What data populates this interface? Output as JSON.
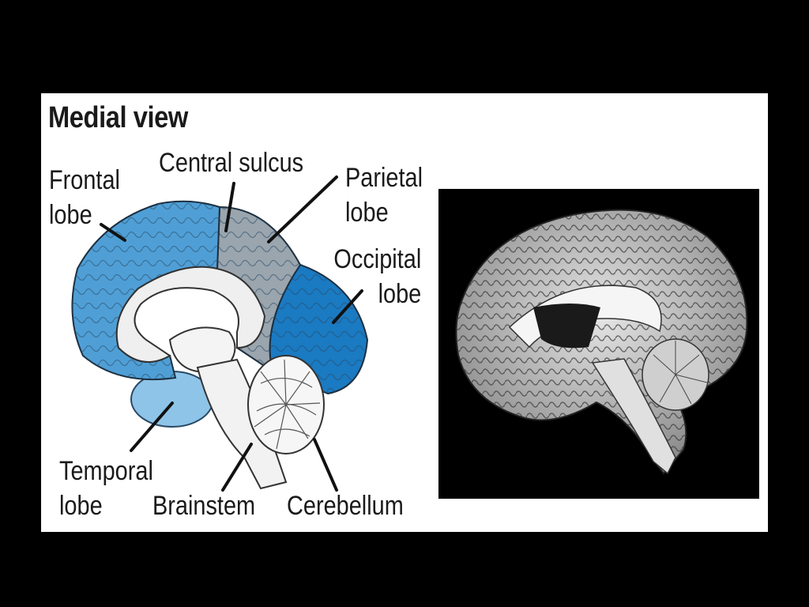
{
  "title": "Medial view",
  "labels": {
    "frontal": [
      "Frontal",
      "lobe"
    ],
    "central_sulcus": "Central sulcus",
    "parietal": [
      "Parietal",
      "lobe"
    ],
    "occipital": [
      "Occipital",
      "lobe"
    ],
    "temporal": [
      "Temporal",
      "lobe"
    ],
    "brainstem": "Brainstem",
    "cerebellum": "Cerebellum"
  },
  "colors": {
    "frontal": "#4f9fd6",
    "parietal": "#9aa5ae",
    "occipital": "#1a7ac2",
    "temporal": "#8ec4e8",
    "white_matter": "#efefef",
    "background": "#000000",
    "panel": "#ffffff"
  }
}
